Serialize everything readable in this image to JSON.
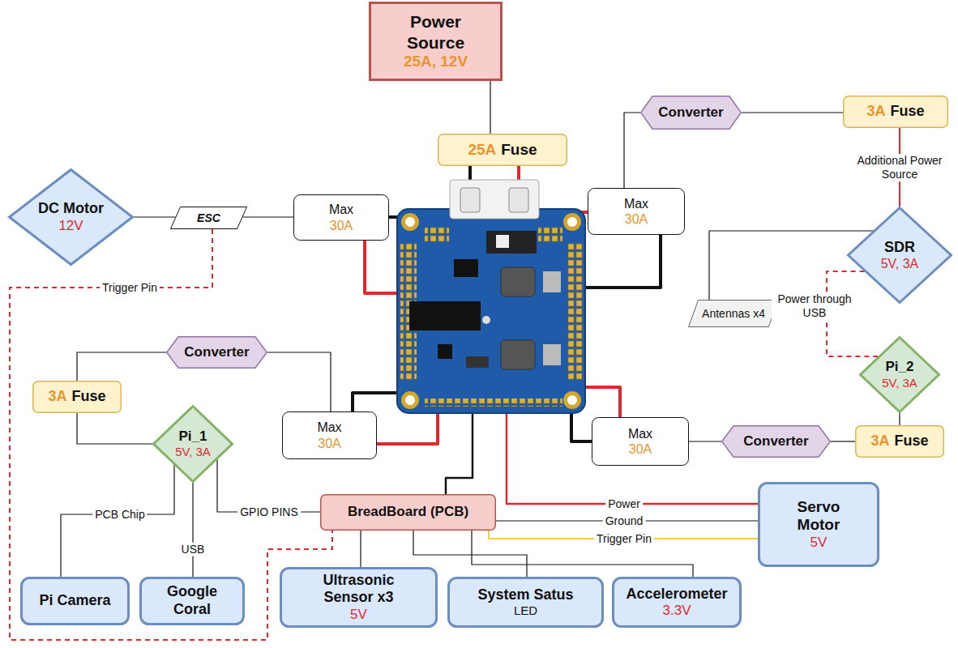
{
  "diagram": {
    "nodes": [
      {
        "text": [
          "Power Source",
          "25A, 12V"
        ]
      },
      {
        "text": [
          "25A",
          "Fuse"
        ]
      },
      {
        "text": [
          "Converter"
        ]
      },
      {
        "text": [
          "3A",
          "Fuse"
        ]
      },
      {
        "text": [
          "DC Motor",
          "12V"
        ]
      },
      {
        "text": [
          "ESC"
        ]
      },
      {
        "text": [
          "Max",
          "30A"
        ]
      },
      {
        "text": [
          "Max",
          "30A"
        ]
      },
      {
        "text": [
          "SDR",
          "5V, 3A"
        ]
      },
      {
        "text": [
          "Antennas x4"
        ]
      },
      {
        "text": [
          "Converter"
        ]
      },
      {
        "text": [
          "3A",
          "Fuse"
        ]
      },
      {
        "text": [
          "Pi_2",
          "5V, 3A"
        ]
      },
      {
        "text": [
          "Pi_1",
          "5V, 3A"
        ]
      },
      {
        "text": [
          "Max",
          "30A"
        ]
      },
      {
        "text": [
          "Max",
          "30A"
        ]
      },
      {
        "text": [
          "Converter"
        ]
      },
      {
        "text": [
          "3A",
          "Fuse"
        ]
      },
      {
        "text": [
          "BreadBoard (PCB)"
        ]
      },
      {
        "text": [
          "Servo Motor",
          "5V"
        ]
      },
      {
        "text": [
          "Pi Camera"
        ]
      },
      {
        "text": [
          "Google Coral"
        ]
      },
      {
        "text": [
          "Ultrasonic Sensor x3",
          "5V"
        ]
      },
      {
        "text": [
          "System Satus",
          "LED"
        ]
      },
      {
        "text": [
          "Accelerometer",
          "3.3V"
        ]
      }
    ],
    "edges": [
      {
        "from": 0,
        "to": 1,
        "arrow": "none"
      },
      {
        "from": 6,
        "to": 5,
        "arrow": "none"
      },
      {
        "from": 5,
        "to": 4,
        "arrow": "none"
      },
      {
        "from": 7,
        "to": 2,
        "arrow": "none"
      },
      {
        "from": 2,
        "to": 3,
        "arrow": "none"
      },
      {
        "from": 3,
        "to": 8,
        "label": "Additional Power Source",
        "arrow": "none"
      },
      {
        "from": 8,
        "to": 9,
        "arrow": "none"
      },
      {
        "from": 8,
        "to": 12,
        "label": "Power through USB",
        "arrow": "none"
      },
      {
        "from": 12,
        "to": 17,
        "arrow": "none"
      },
      {
        "from": 17,
        "to": 16,
        "arrow": "none"
      },
      {
        "from": 16,
        "to": 15,
        "arrow": "none"
      },
      {
        "from": 14,
        "to": 10,
        "arrow": "none"
      },
      {
        "from": 10,
        "to": 11,
        "arrow": "none"
      },
      {
        "from": 11,
        "to": 13,
        "arrow": "none"
      },
      {
        "from": 13,
        "to": 20,
        "label": "PCB Chip",
        "arrow": "none"
      },
      {
        "from": 13,
        "to": 21,
        "label": "USB",
        "arrow": "none"
      },
      {
        "from": 13,
        "to": 18,
        "label": "GPIO PINS",
        "arrow": "none"
      },
      {
        "from": 18,
        "to": 22,
        "arrow": "none"
      },
      {
        "from": 18,
        "to": 23,
        "arrow": "none"
      },
      {
        "from": 18,
        "to": 24,
        "arrow": "none"
      },
      {
        "from": 18,
        "to": 19,
        "label": "Ground",
        "arrow": "none"
      },
      {
        "from": 18,
        "to": 19,
        "label": "Trigger Pin",
        "arrow": "none"
      },
      {
        "from": 5,
        "to": 18,
        "label": "Trigger Pin",
        "arrow": "none"
      }
    ],
    "labels": [
      "Power"
    ]
  }
}
